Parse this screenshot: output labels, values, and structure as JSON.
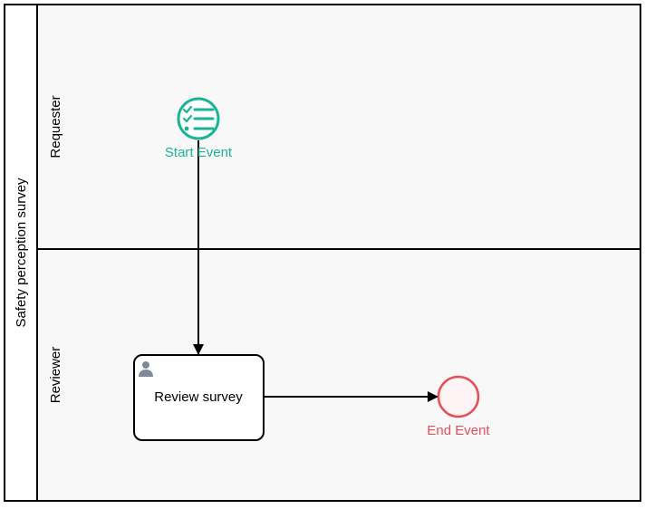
{
  "pool": {
    "label": "Safety perception survey",
    "lanes": [
      {
        "label": "Requester"
      },
      {
        "label": "Reviewer"
      }
    ]
  },
  "elements": {
    "start_event": {
      "label": "Start Event",
      "icon": "checklist-icon"
    },
    "task": {
      "label": "Review survey",
      "icon": "user-icon"
    },
    "end_event": {
      "label": "End Event"
    }
  },
  "colors": {
    "lane_fill": "#f8f8f8",
    "border": "#000000",
    "start": "#1ab394",
    "end": "#e0515b",
    "user_icon": "#7f8a99",
    "task_fill": "#ffffff"
  }
}
